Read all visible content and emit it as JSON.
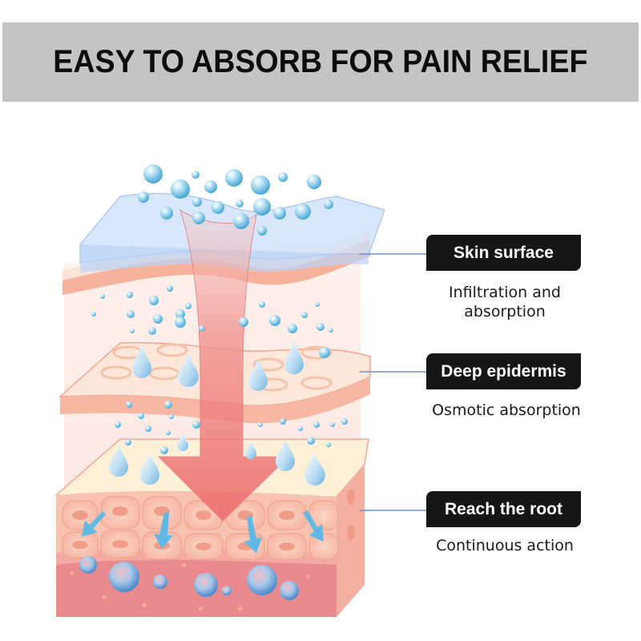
{
  "banner": {
    "title": "EASY TO ABSORB FOR PAIN RELIEF",
    "background": "#c4c4c4"
  },
  "layers": [
    {
      "label": "Skin surface",
      "description_lines": [
        "Infiltration and",
        "absorption"
      ]
    },
    {
      "label": "Deep epidermis",
      "description_lines": [
        "Osmotic absorption"
      ]
    },
    {
      "label": "Reach the root",
      "description_lines": [
        "Continuous action"
      ]
    }
  ],
  "colors": {
    "label_bg": "#161616",
    "label_text": "#ffffff",
    "connector": "#6d8fd6",
    "arrow": "#f08a86",
    "bubble": "#7cc8ea",
    "skin_top": "#f9c2b0",
    "dermis": "#e9858c"
  },
  "illustration": {
    "icons": [
      "water-bubble-icon",
      "water-drop-icon",
      "down-arrow-icon",
      "diffusion-arrow-icon"
    ]
  }
}
